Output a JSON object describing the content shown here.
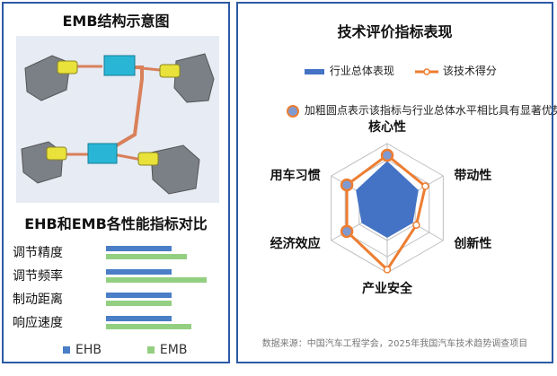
{
  "left": {
    "diagram_title": "EMB结构示意图",
    "comparison_title": "EHB和EMB各性能指标对比"
  },
  "chart_data": [
    {
      "type": "bar",
      "orientation": "horizontal",
      "title": "EHB和EMB各性能指标对比",
      "categories": [
        "调节精度",
        "调节频率",
        "制动距离",
        "响应速度"
      ],
      "series": [
        {
          "name": "EHB",
          "values": [
            55,
            55,
            55,
            55
          ],
          "color": "#4a7ec6"
        },
        {
          "name": "EMB",
          "values": [
            68,
            85,
            55,
            72
          ],
          "color": "#93cf81"
        }
      ],
      "grid": false,
      "legend": "bottom"
    },
    {
      "type": "radar",
      "title": "技术评价指标表现",
      "axes": [
        "核心性",
        "带动性",
        "创新性",
        "产业安全",
        "经济效应",
        "用车习惯"
      ],
      "series": [
        {
          "name": "行业总体表现",
          "values": [
            0.72,
            0.55,
            0.45,
            0.45,
            0.45,
            0.55
          ],
          "color": "#4472c4"
        },
        {
          "name": "该技术得分",
          "values": [
            0.82,
            0.68,
            0.52,
            0.95,
            0.72,
            0.72
          ],
          "color": "#ed7d31"
        }
      ],
      "highlighted": [
        "核心性",
        "经济效应",
        "用车习惯"
      ],
      "highlight_note": "加粗圆点表示该指标与行业总体水平相比具有显著优势",
      "legend": "top",
      "source": "数据来源：中国汽车工程学会，2025年我国汽车技术趋势调查项目"
    }
  ]
}
